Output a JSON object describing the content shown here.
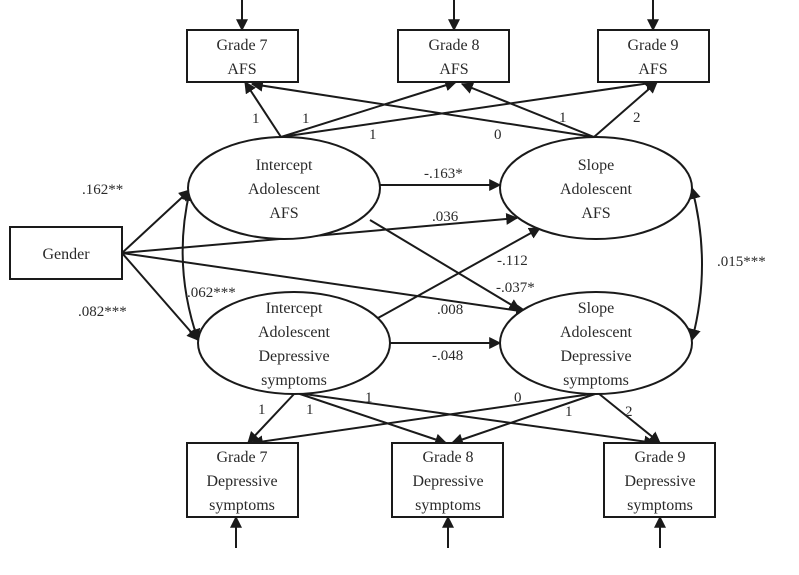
{
  "title": "Latent growth model: Adolescent AFS and Depressive symptoms",
  "nodes": {
    "gender": {
      "lines": [
        "Gender"
      ]
    },
    "afs7": {
      "lines": [
        "Grade 7",
        "AFS"
      ]
    },
    "afs8": {
      "lines": [
        "Grade 8",
        "AFS"
      ]
    },
    "afs9": {
      "lines": [
        "Grade 9",
        "AFS"
      ]
    },
    "int_afs": {
      "lines": [
        "Intercept",
        "Adolescent",
        "AFS"
      ]
    },
    "slope_afs": {
      "lines": [
        "Slope",
        "Adolescent",
        "AFS"
      ]
    },
    "int_dep": {
      "lines": [
        "Intercept",
        "Adolescent",
        "Depressive",
        "symptoms"
      ]
    },
    "slope_dep": {
      "lines": [
        "Slope",
        "Adolescent",
        "Depressive",
        "symptoms"
      ]
    },
    "dep7": {
      "lines": [
        "Grade 7",
        "Depressive",
        "symptoms"
      ]
    },
    "dep8": {
      "lines": [
        "Grade 8",
        "Depressive",
        "symptoms"
      ]
    },
    "dep9": {
      "lines": [
        "Grade 9",
        "Depressive",
        "symptoms"
      ]
    }
  },
  "paths": [
    {
      "from": "gender",
      "to": "int_afs",
      "label": ".162**"
    },
    {
      "from": "gender",
      "to": "int_dep",
      "label": ".082***"
    },
    {
      "from": "gender",
      "to": "slope_afs",
      "label": ".036"
    },
    {
      "from": "gender",
      "to": "slope_dep",
      "label": ".008"
    },
    {
      "from": "int_afs",
      "to": "slope_afs",
      "label": "-.163*"
    },
    {
      "from": "int_afs",
      "to": "slope_dep",
      "label": "-.037*"
    },
    {
      "from": "int_dep",
      "to": "slope_afs",
      "label": "-.112"
    },
    {
      "from": "int_dep",
      "to": "slope_dep",
      "label": "-.048"
    },
    {
      "from": "int_afs",
      "to": "int_dep",
      "label": ".062***",
      "type": "covariance"
    },
    {
      "from": "slope_afs",
      "to": "slope_dep",
      "label": ".015***",
      "type": "covariance"
    }
  ],
  "loadings": [
    {
      "from": "int_afs",
      "to": "afs7",
      "label": "1"
    },
    {
      "from": "int_afs",
      "to": "afs8",
      "label": "1"
    },
    {
      "from": "int_afs",
      "to": "afs9",
      "label": "1"
    },
    {
      "from": "slope_afs",
      "to": "afs7",
      "label": "0"
    },
    {
      "from": "slope_afs",
      "to": "afs8",
      "label": "1"
    },
    {
      "from": "slope_afs",
      "to": "afs9",
      "label": "2"
    },
    {
      "from": "int_dep",
      "to": "dep7",
      "label": "1"
    },
    {
      "from": "int_dep",
      "to": "dep8",
      "label": "1"
    },
    {
      "from": "int_dep",
      "to": "dep9",
      "label": "1"
    },
    {
      "from": "slope_dep",
      "to": "dep7",
      "label": "0"
    },
    {
      "from": "slope_dep",
      "to": "dep8",
      "label": "1"
    },
    {
      "from": "slope_dep",
      "to": "dep9",
      "label": "2"
    }
  ],
  "error_terms": [
    "afs7",
    "afs8",
    "afs9",
    "dep7",
    "dep8",
    "dep9"
  ]
}
